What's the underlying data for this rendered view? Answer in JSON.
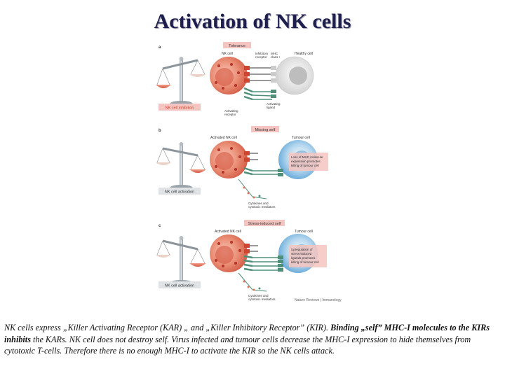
{
  "title": "Activation of NK cells",
  "panels": [
    {
      "letter": "a",
      "header": "Tolerance",
      "nk_label": "NK cell",
      "target_label": "Healthy cell",
      "inhibitory_label": [
        "Inhibitory",
        "receptor"
      ],
      "mhc_label": [
        "MHC",
        "class I"
      ],
      "activating_label": [
        "Activating",
        "receptor"
      ],
      "ligand_label": [
        "Activating",
        "ligand"
      ],
      "scale_label": "NK cell inhibition"
    },
    {
      "letter": "b",
      "header": "Missing self",
      "nk_label": "Activated NK cell",
      "target_label": "Tumour cell",
      "note": [
        "Loss of MHC molecule",
        "expression promotes",
        "killing of tumour cell"
      ],
      "output_label": [
        "Cytokines and",
        "cytotoxic mediators"
      ],
      "scale_label": "NK cell activation"
    },
    {
      "letter": "c",
      "header": "Stress-induced self",
      "nk_label": "Activated NK cell",
      "target_label": "Tumour cell",
      "note": [
        "Upregulation of",
        "stress-induced",
        "ligands promotes",
        "killing of tumour cell"
      ],
      "output_label": [
        "Cytokines and",
        "cytotoxic mediators"
      ],
      "scale_label": "NK cell activation"
    }
  ],
  "credit": "Nature Reviews | Immunology",
  "description": {
    "part1": "NK cells express „Killer Activating Receptor (KAR) „ and „Killer Inhibitory Receptor”  (KIR). ",
    "bold": "Binding „self” MHC-I molecules to the KIRs inhibits",
    "part2": " the KARs. NK cell does not destroy self. Virus infected and tumour cells decrease the MHC-I expression to hide themselves from cytotoxic T-cells. Therefore there is no enough MHC-I to activate the KIR so the NK cells attack."
  },
  "colors": {
    "nk_cell": "#e0735d",
    "target_healthy": "#e8e8e8",
    "target_tumour": "#7fb9e0",
    "receptor_green": "#4f8f7a",
    "header_pink": "#f4c4c0",
    "scale_label_inhibition": "#d0452f"
  }
}
